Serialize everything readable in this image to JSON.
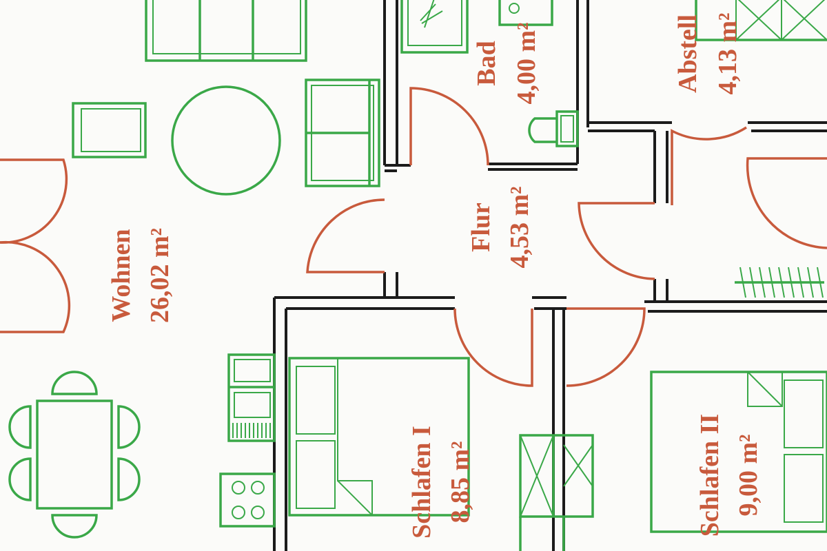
{
  "colors": {
    "walls": "#1b1b1b",
    "doors_and_labels": "#c85a3c",
    "furniture": "#3aa848",
    "paper": "#fbfbf9"
  },
  "rooms": {
    "wohnen": {
      "name": "Wohnen",
      "area": "26,02 m²"
    },
    "bad": {
      "name": "Bad",
      "area": "4,00 m²"
    },
    "abstell": {
      "name": "Abstell",
      "area": "4,13 m²"
    },
    "flur": {
      "name": "Flur",
      "area": "4,53 m²"
    },
    "schlafen_1": {
      "name": "Schlafen I",
      "area": "8,85 m²"
    },
    "schlafen_2": {
      "name": "Schlafen II",
      "area": "9,00 m²"
    }
  }
}
